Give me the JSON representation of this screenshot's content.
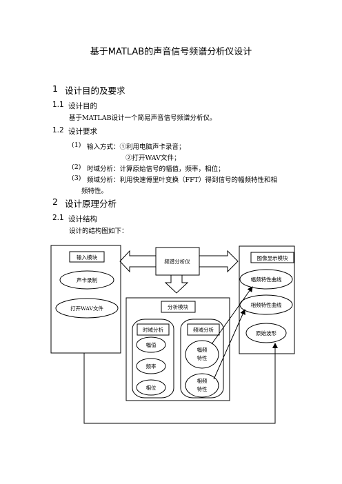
{
  "doc": {
    "title": "基于MATLAB的声音信号频谱分析仪设计",
    "s1": {
      "num": "1",
      "title": "设计目的及要求"
    },
    "s1_1": {
      "num": "1.1",
      "title": "设计目的",
      "text": "基于MATLAB设计一个简易声音信号频谱分析仪。"
    },
    "s1_2": {
      "num": "1.2",
      "title": "设计要求",
      "items": [
        {
          "num": "(1)",
          "text": "输入方式：①利用电脑声卡录音；"
        },
        {
          "num": "",
          "text": "②打开WAV文件；"
        },
        {
          "num": "(2)",
          "text": "时域分析：计算原始信号的幅值，频率，相位；"
        },
        {
          "num": "(3)",
          "text": "频域分析：利用快速傅里叶变换（FFT）得到信号的幅频特性和相"
        },
        {
          "num": "",
          "text": "频特性。"
        }
      ]
    },
    "s2": {
      "num": "2",
      "title": "设计原理分析"
    },
    "s2_1": {
      "num": "2.1",
      "title": "设计结构",
      "text": "设计的结构图如下："
    }
  },
  "diagram": {
    "input_module": "输入模块",
    "mic_record": "声卡录制",
    "open_wav": "打开WAV文件",
    "analyzer": "频谱分析仪",
    "display_module": "图像显示模块",
    "amp_curve": "幅频特性曲线",
    "phase_curve": "相频特性曲线",
    "orig_wave": "原始波形",
    "analysis_module": "分析模块",
    "time_analysis": "时域分析",
    "freq_analysis": "频域分析",
    "amplitude": "幅值",
    "frequency": "频率",
    "phase": "相位",
    "amp_char_1": "幅频",
    "amp_char_2": "特性",
    "phase_char_1": "相频",
    "phase_char_2": "特性"
  }
}
